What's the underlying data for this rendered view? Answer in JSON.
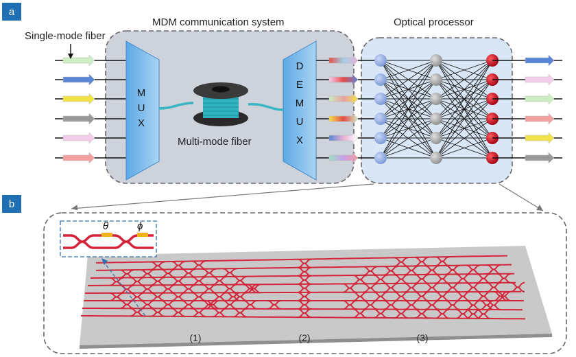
{
  "panel_a": {
    "tag": "a",
    "fiber_in_label": "Single-mode fiber",
    "mdm_title": "MDM communication system",
    "processor_title": "Optical processor",
    "mux_letters": [
      "M",
      "U",
      "X"
    ],
    "demux_letters": [
      "D",
      "E",
      "M",
      "U",
      "X"
    ],
    "mmf_label": "Multi-mode fiber",
    "input_arrow_colors": [
      "#cdeec3",
      "#5b86d6",
      "#f2e34a",
      "#9a9a9a",
      "#f3cdea",
      "#f2a0a0"
    ],
    "output_arrow_colors": [
      "#5b86d6",
      "#f3cdea",
      "#cdeec3",
      "#f2a0a0",
      "#f2e34a",
      "#9a9a9a"
    ],
    "mixed_arrow_colors": [
      [
        "#e84a4a",
        "#9fd1e8",
        "#e8b0d6"
      ],
      [
        "#f3cdea",
        "#e84a4a",
        "#5b86d6"
      ],
      [
        "#cdeec3",
        "#e8a0a0",
        "#f2e34a"
      ],
      [
        "#f2e34a",
        "#e84a4a",
        "#cdeec3"
      ],
      [
        "#5b86d6",
        "#e8b0d6",
        "#ffffff"
      ],
      [
        "#a0e0c8",
        "#c9a0e8",
        "#f2a0a0"
      ]
    ],
    "node_colors": {
      "input": "#8aa8e0",
      "hidden": "#a6a6a6",
      "output": "#c00018"
    }
  },
  "panel_b": {
    "tag": "b",
    "inset_symbols": [
      "θ",
      "ϕ"
    ],
    "section_labels": [
      "(1)",
      "(2)",
      "(3)"
    ],
    "waveguide_color": "#d3263a",
    "heater_color": "#f2b21b",
    "chip_color": "#c9c9c9"
  }
}
